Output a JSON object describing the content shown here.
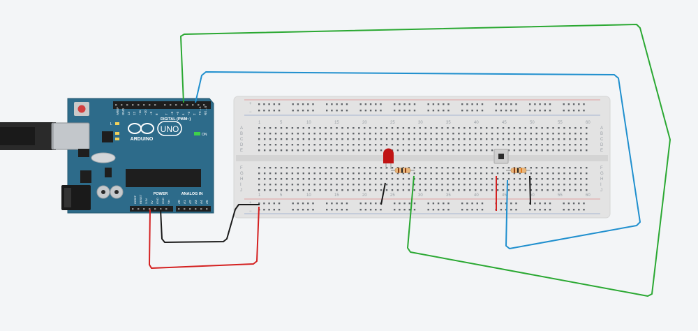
{
  "board": {
    "brand": "ARDUINO",
    "model": "UNO",
    "digital_header_label": "DIGITAL (PWM~)",
    "power_header_label": "POWER",
    "analog_header_label": "ANALOG IN",
    "on_label": "ON",
    "l_label": "L",
    "tx_label": "TX",
    "rx_label": "RX",
    "digital_pins": [
      "AREF",
      "GND",
      "13",
      "12",
      "~11",
      "~10",
      "~9",
      "8",
      "7",
      "~6",
      "~5",
      "4",
      "~3",
      "2",
      "TX→1",
      "RX←0"
    ],
    "power_pins": [
      "IOREF",
      "RESET",
      "3.3V",
      "5V",
      "GND",
      "GND",
      "Vin"
    ],
    "analog_pins": [
      "A0",
      "A1",
      "A2",
      "A3",
      "A4",
      "A5"
    ]
  },
  "breadboard": {
    "row_letters_top": [
      "A",
      "B",
      "C",
      "D",
      "E"
    ],
    "row_letters_bottom": [
      "F",
      "G",
      "H",
      "I",
      "J"
    ],
    "column_numbers": [
      "1",
      "5",
      "10",
      "15",
      "20",
      "25",
      "30",
      "35",
      "40",
      "45",
      "50",
      "55",
      "60"
    ],
    "rail_plus": "+",
    "rail_minus": "−"
  },
  "colors": {
    "board": "#2d6b8a",
    "breadboard": "#e3e3e3",
    "wire_green": "#2aa832",
    "wire_blue": "#1f8fce",
    "wire_red": "#d42020",
    "wire_black": "#1a1a1a",
    "led": "#c01414",
    "button": "#2b2b2b"
  }
}
